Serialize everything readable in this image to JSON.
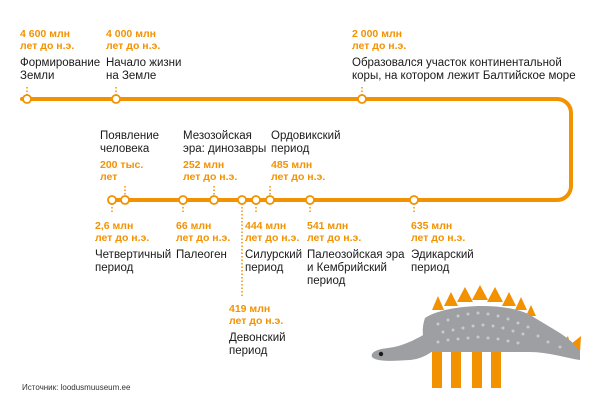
{
  "colors": {
    "accent": "#f39200",
    "line": "#f39200",
    "text": "#1a1a1a",
    "dino_body": "#9d9fa3",
    "dino_dots": "#c9cacc"
  },
  "top_events": [
    {
      "id": "earth",
      "date": "4 600 млн\nлет до н.э.",
      "desc": "Формирование\nЗемли"
    },
    {
      "id": "life",
      "date": "4 000 млн\nлет до н.э.",
      "desc": "Начало жизни\nна Земле"
    },
    {
      "id": "baltic",
      "date": "2 000 млн\nлет до н.э.",
      "desc": "Образовался участок континентальной\nкоры, на котором лежит Балтийское море"
    }
  ],
  "upper_events": [
    {
      "id": "human",
      "desc": "Появление\nчеловека",
      "date": "200 тыс.\nлет"
    },
    {
      "id": "mesozoic",
      "desc": "Мезозойская\nэра: динозавры",
      "date": "252 млн\nлет до н.э."
    },
    {
      "id": "ordovician",
      "desc": "Ордовикский\nпериод",
      "date": "485 млн\nлет до н.э."
    }
  ],
  "lower_events": [
    {
      "id": "quaternary",
      "date": "2,6 млн\nлет до н.э.",
      "desc": "Четвертичный\nпериод"
    },
    {
      "id": "paleogene",
      "date": "66 млн\nлет до н.э.",
      "desc": "Палеоген"
    },
    {
      "id": "silurian",
      "date": "444 млн\nлет до н.э.",
      "desc": "Силурский\nпериод"
    },
    {
      "id": "paleozoic",
      "date": "541 млн\nлет до н.э.",
      "desc": "Палеозойская эра\nи Кембрийский\nпериод"
    },
    {
      "id": "ediacaran",
      "date": "635 млн\nлет до н.э.",
      "desc": "Эдикарский\nпериод"
    },
    {
      "id": "devonian",
      "date": "419 млн\nлет до н.э.",
      "desc": "Девонский\nпериод"
    }
  ],
  "source": "Источник: loodusmuuseum.ee"
}
